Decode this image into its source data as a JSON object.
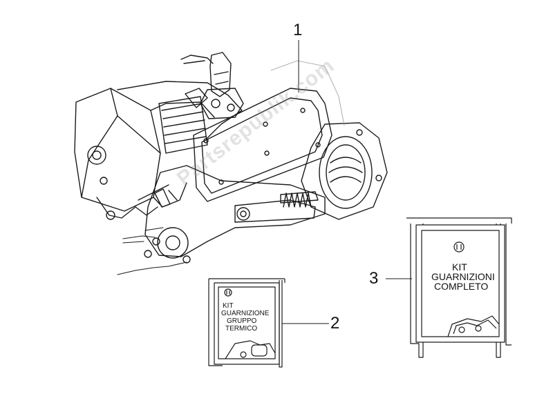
{
  "callouts": {
    "c1": "1",
    "c2": "2",
    "c3": "3"
  },
  "kit2": {
    "lines": [
      "KIT",
      "GUARNIZIONE",
      "GRUPPO",
      "TERMICO"
    ]
  },
  "kit3": {
    "lines": [
      "KIT",
      "GUARNIZIONI",
      "COMPLETO"
    ]
  },
  "watermark": "Partsrepublik.com",
  "colors": {
    "line": "#1a1a1a",
    "watermark": "#9a9a9a"
  }
}
